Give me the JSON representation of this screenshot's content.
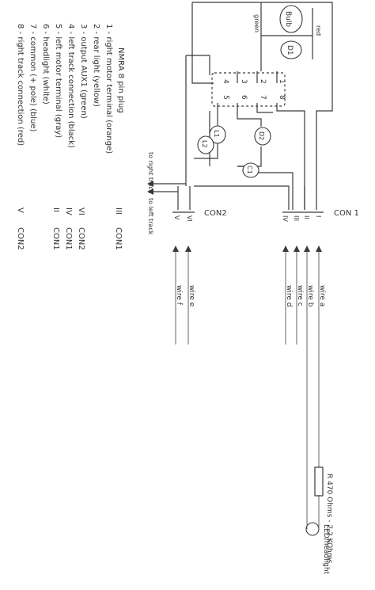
{
  "diagram": {
    "title": "NMRA 8 pin plug",
    "pin_legend": [
      "1 - right motor terminal (orange)",
      "2 - rear light (yellow)",
      "3 - output AUX1 (green)",
      "4 - left track connection (black)",
      "5 - left motor terminal (gray)",
      "6 - headlight (white)",
      "7 - common (+ pole) (blue)",
      "8 - right track connection (red)"
    ],
    "con_legend": [
      {
        "roman": "III",
        "con": "CON1"
      },
      {
        "roman": "VI",
        "con": "CON2"
      },
      {
        "roman": "IV",
        "con": "CON1"
      },
      {
        "roman": "II",
        "con": "CON1"
      },
      {
        "roman": "V",
        "con": "CON2"
      }
    ],
    "con_legend_prefix": "8 - right track connection (red)",
    "components": {
      "bulb": "Bulb",
      "d1": "D1",
      "d2": "D2",
      "l1": "L1",
      "l2": "L2",
      "c1": "C1"
    },
    "wire_colors": {
      "green": "green",
      "red": "red"
    },
    "plug_pins": {
      "left_column": [
        "4",
        "3",
        "2",
        "1"
      ],
      "right_column": [
        "5",
        "6",
        "7",
        "8"
      ]
    },
    "con1": {
      "label": "CON 1",
      "pins": [
        "I",
        "II",
        "III",
        "IV"
      ],
      "wires": [
        "wire a",
        "wire b",
        "wire c",
        "wire d"
      ]
    },
    "con2": {
      "label": "CON2",
      "pins": [
        "V",
        "VI"
      ],
      "wires": [
        "wire e",
        "wire f"
      ]
    },
    "track": {
      "right": "to right track",
      "left": "to left track"
    },
    "resistor": "R 470 Ohms - 2.2 KOhms",
    "led": "LED/headlight"
  }
}
